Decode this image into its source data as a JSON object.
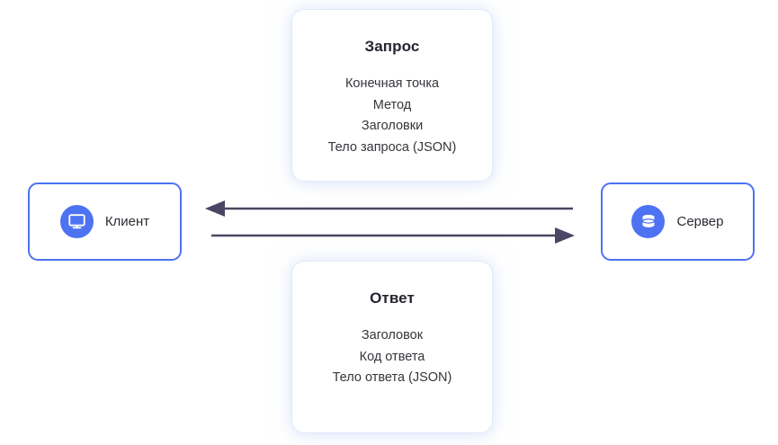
{
  "diagram": {
    "title_alt": "Client-server request response diagram",
    "background_color": "#ffffff",
    "accent_color": "#4d72f2",
    "arrow_color": "#4a4663"
  },
  "cards": {
    "request": {
      "title": "Запрос",
      "lines": [
        "Конечная точка",
        "Метод",
        "Заголовки",
        "Тело запроса (JSON)"
      ]
    },
    "response": {
      "title": "Ответ",
      "lines": [
        "Заголовок",
        "Код ответа",
        "Тело ответа (JSON)"
      ]
    }
  },
  "nodes": {
    "client": {
      "label": "Клиент",
      "icon": "monitor-icon"
    },
    "server": {
      "label": "Сервер",
      "icon": "database-icon"
    }
  },
  "arrows": [
    {
      "name": "response-arrow",
      "direction": "left",
      "from": "server",
      "to": "client",
      "color": "#4a4663"
    },
    {
      "name": "request-arrow",
      "direction": "right",
      "from": "client",
      "to": "server",
      "color": "#4a4663"
    }
  ]
}
